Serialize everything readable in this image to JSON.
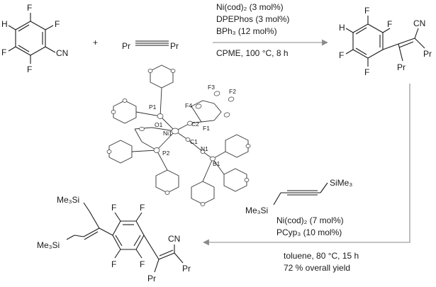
{
  "colors": {
    "ink": "#1a1a1a",
    "arrow": "#8a8a8a"
  },
  "reactant1": {
    "atoms": {
      "H": "H",
      "F_top": "F",
      "F_upper_right": "F",
      "F_lower_left": "F",
      "F_bottom": "F",
      "CN": "CN"
    }
  },
  "plus": "+",
  "alkyne": {
    "left": "Pr",
    "right": "Pr"
  },
  "conditions_step1": [
    "Ni(cod)₂ (3 mol%)",
    "DPEPhos (3 mol%)",
    "BPh₃ (12 mol%)",
    "CPME, 100 °C, 8 h"
  ],
  "product1": {
    "atoms": {
      "H": "H",
      "F_top": "F",
      "F_upper": "F",
      "F_lower_left": "F",
      "F_bottom": "F",
      "CN": "CN",
      "Pr_right": "Pr",
      "Pr_bottom": "Pr"
    }
  },
  "crystal_labels": [
    "P1",
    "P2",
    "O1",
    "Ni1",
    "C1",
    "N1",
    "B1",
    "C2",
    "F1",
    "F2",
    "F3",
    "F4"
  ],
  "reagent2": {
    "tms_right": "SiMe₃",
    "tms_left": "Me₃Si"
  },
  "conditions_step2": [
    "Ni(cod)₂ (7 mol%)",
    "PCyp₃ (10 mol%)"
  ],
  "conditions_step2_below": [
    "toluene, 80 °C, 15 h",
    "72 % overall yield"
  ],
  "product2": {
    "atoms": {
      "tms_top": "Me₃Si",
      "tms_bottom": "Me₃Si",
      "F_top_left": "F",
      "F_top_right": "F",
      "F_bottom_left": "F",
      "F_bottom_right": "F",
      "CN": "CN",
      "Pr_right": "Pr",
      "Pr_bottom": "Pr"
    }
  }
}
